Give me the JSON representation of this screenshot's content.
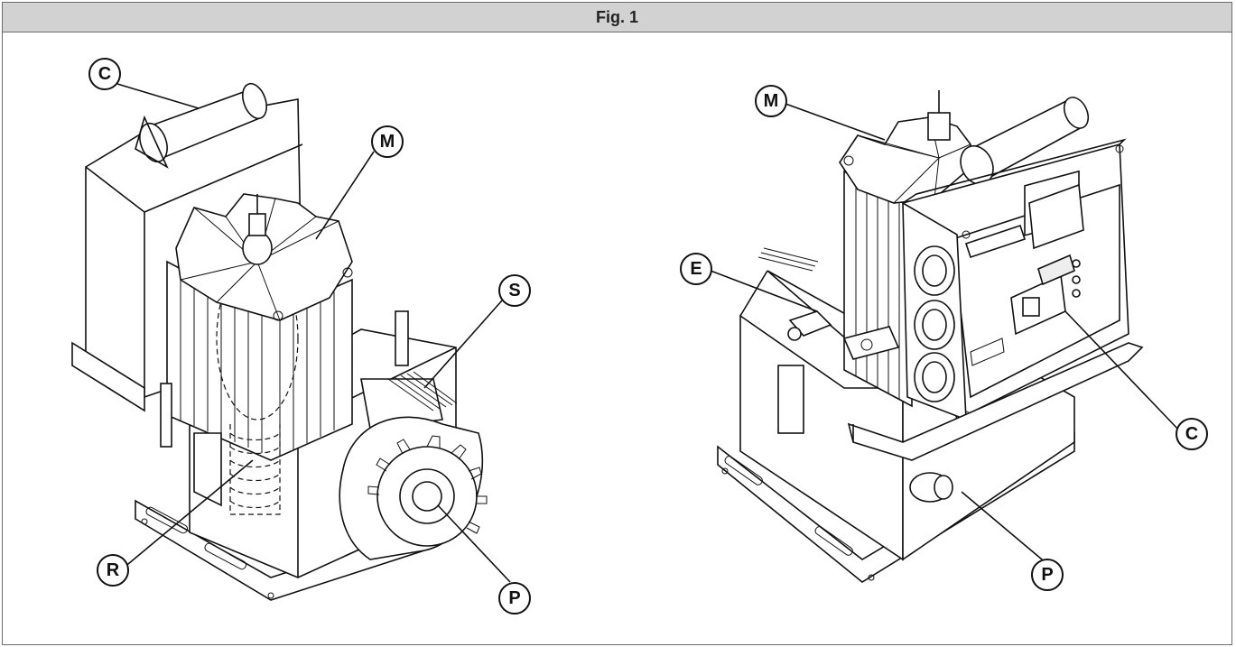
{
  "header": {
    "title": "Fig. 1"
  },
  "left_view": {
    "callouts": {
      "C": "C",
      "M": "M",
      "S": "S",
      "R": "R",
      "P": "P"
    }
  },
  "right_view": {
    "callouts": {
      "M": "M",
      "E": "E",
      "C": "C",
      "P": "P"
    }
  }
}
